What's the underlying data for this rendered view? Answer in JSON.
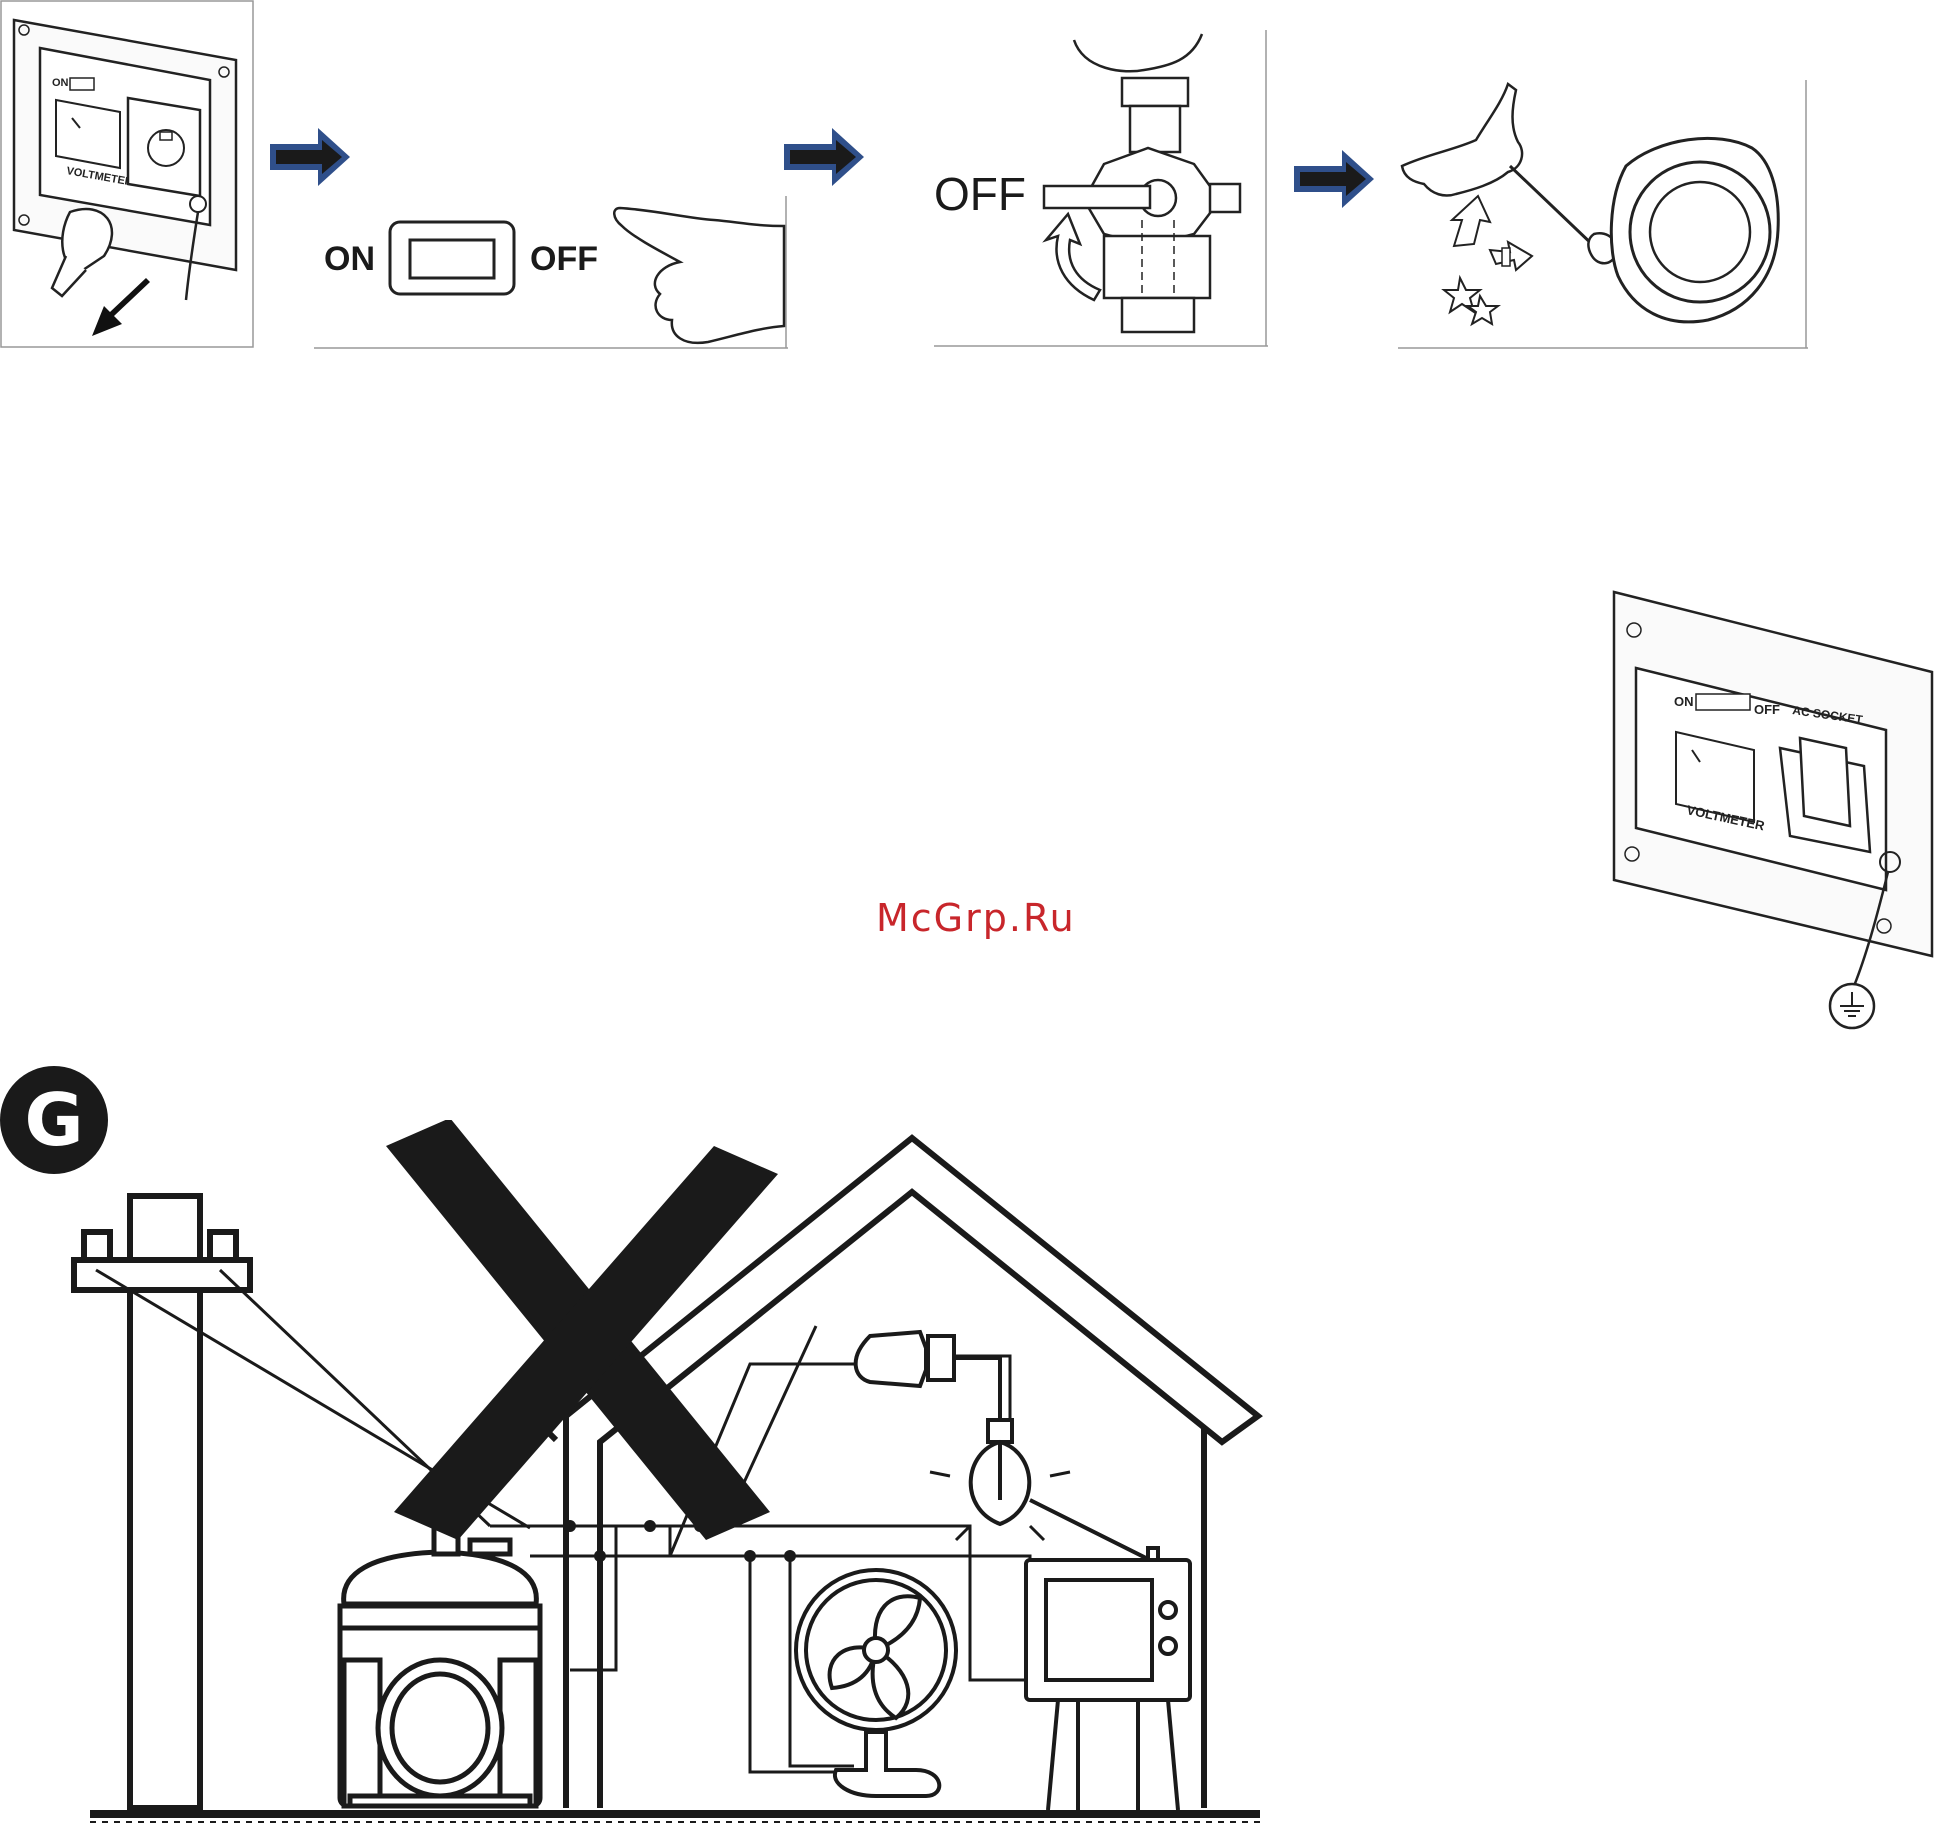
{
  "step1": {
    "on_label": "ON",
    "meter_label": "VOLTMETER"
  },
  "step2": {
    "on_label": "ON",
    "off_label": "OFF"
  },
  "step3": {
    "off_label": "OFF"
  },
  "panel2": {
    "on_label": "ON",
    "off_label": "OFF",
    "socket_label": "AC SOCKET",
    "meter_label": "VOLTMETER"
  },
  "watermark": "McGrp.Ru",
  "section": {
    "badge": "G"
  },
  "colors": {
    "arrow_fill": "#1a1a1a",
    "arrow_outline": "#2f4f8a",
    "watermark": "#c8262b",
    "ink": "#1a1a1a"
  }
}
